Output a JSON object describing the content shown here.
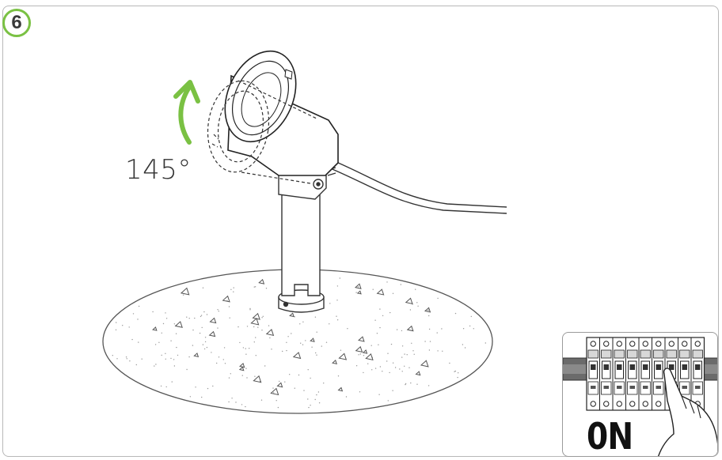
{
  "step": {
    "number": "6",
    "accent_color": "#7ac143"
  },
  "rotation": {
    "angle_label": "145°",
    "arrow_color": "#7ac143"
  },
  "switch_panel": {
    "state_label": "0N",
    "breaker_count": 9
  },
  "icons": [
    "rotation-arrow-icon",
    "spotlight-icon",
    "breaker-panel-icon",
    "hand-icon"
  ]
}
